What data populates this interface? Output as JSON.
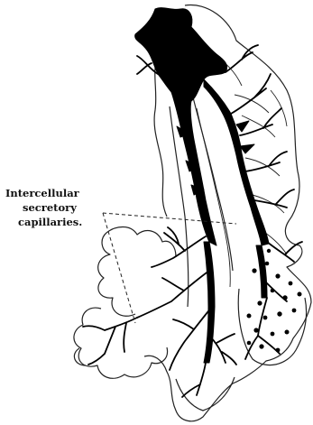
{
  "figure": {
    "annotation": {
      "line1": "Intercellular",
      "line2": "secretory",
      "line3": "capillaries."
    }
  }
}
